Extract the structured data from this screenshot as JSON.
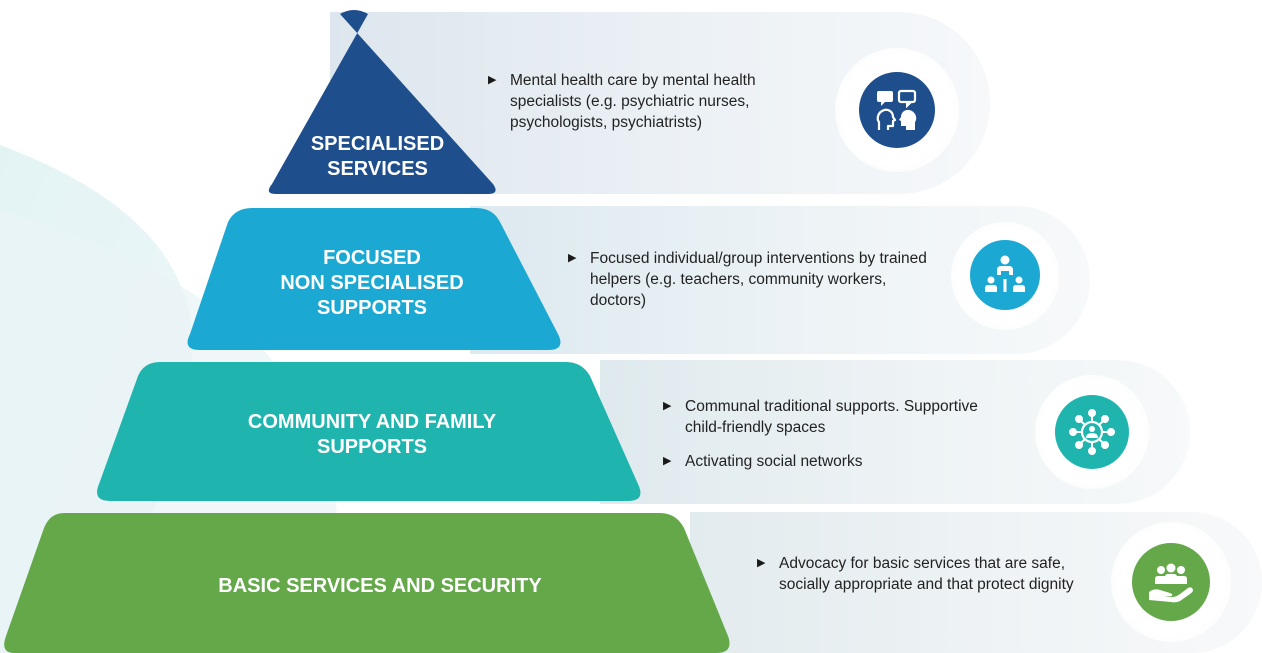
{
  "tiers": [
    {
      "id": "specialised",
      "label": "SPECIALISED\nSERVICES",
      "bullets": [
        "Mental health care by mental health specialists (e.g. psychiatric nurses, psychologists, psychiatrists)"
      ],
      "icon": "conversation-heads-icon",
      "color": "#1F4E8C"
    },
    {
      "id": "focused",
      "label": "FOCUSED\nNON SPECIALISED\nSUPPORTS",
      "bullets": [
        "Focused individual/group interventions by trained helpers (e.g. teachers, community workers, doctors)"
      ],
      "icon": "group-intervention-icon",
      "color": "#1BA9D3"
    },
    {
      "id": "community",
      "label": "COMMUNITY AND FAMILY\nSUPPORTS",
      "bullets": [
        "Communal traditional supports. Supportive child-friendly spaces",
        "Activating social networks"
      ],
      "icon": "social-network-icon",
      "color": "#1FB5AE"
    },
    {
      "id": "basic",
      "label": "BASIC SERVICES AND SECURITY",
      "bullets": [
        "Advocacy for basic services that are safe, socially appropriate and that protect dignity"
      ],
      "icon": "hand-with-people-icon",
      "color": "#64A84A"
    }
  ]
}
